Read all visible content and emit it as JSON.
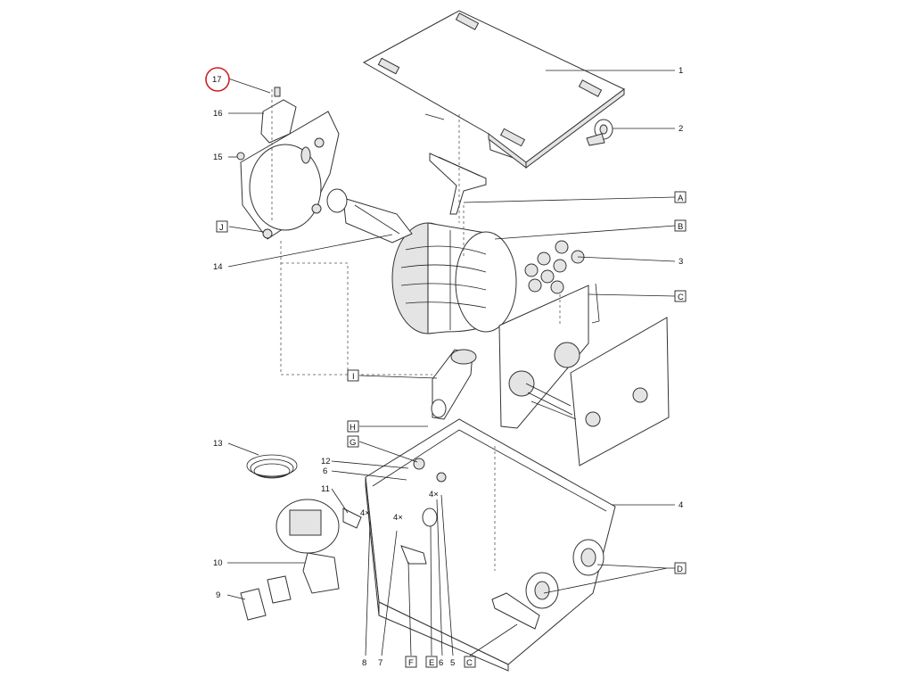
{
  "highlight_color": "#cc2222",
  "callouts": {
    "n1": "1",
    "n2": "2",
    "n3": "3",
    "n4": "4",
    "n5": "5",
    "n6a": "6",
    "n6b": "6",
    "n7": "7",
    "n8": "8",
    "n9": "9",
    "n10": "10",
    "n11": "11",
    "n12": "12",
    "n13": "13",
    "n14": "14",
    "n15": "15",
    "n16": "16",
    "n17": "17",
    "lA": "A",
    "lB": "B",
    "lC1": "C",
    "lC2": "C",
    "lD": "D",
    "lE": "E",
    "lF": "F",
    "lG": "G",
    "lH": "H",
    "lI": "I",
    "lJ": "J",
    "x4a": "4×",
    "x4b": "4×",
    "x4c": "4×"
  }
}
